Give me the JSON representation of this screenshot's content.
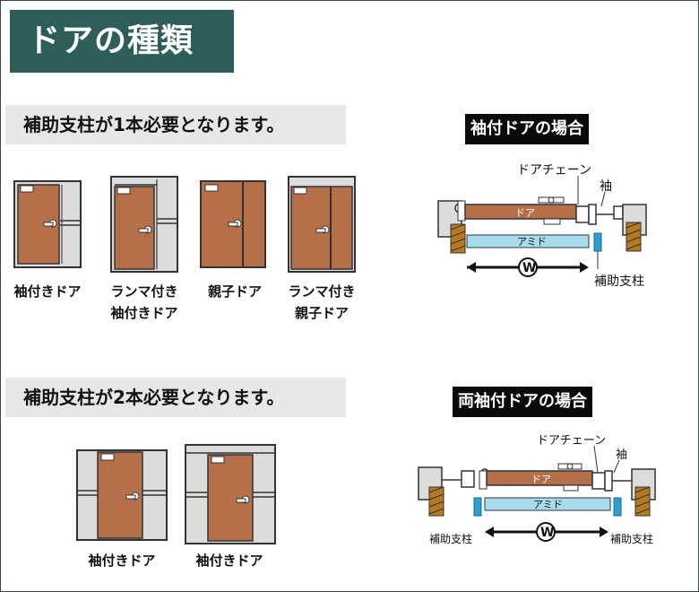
{
  "title": "ドアの種類",
  "sections": [
    {
      "header": "補助支柱が1本必要となります。",
      "door_types": [
        {
          "line1": "袖付きドア",
          "line2": ""
        },
        {
          "line1": "ランマ付き",
          "line2": "袖付きドア"
        },
        {
          "line1": "親子ドア",
          "line2": ""
        },
        {
          "line1": "ランマ付き",
          "line2": "親子ドア"
        }
      ],
      "diagram": {
        "title": "袖付ドアの場合",
        "labels": {
          "door_chain": "ドアチェーン",
          "sleeve": "袖",
          "door": "ドア",
          "screen": "アミド",
          "width": "W",
          "support_post": "補助支柱"
        }
      }
    },
    {
      "header": "補助支柱が2本必要となります。",
      "door_types": [
        {
          "line1": "袖付きドア",
          "line2": ""
        },
        {
          "line1": "袖付きドア",
          "line2": ""
        }
      ],
      "diagram": {
        "title": "両袖付ドアの場合",
        "labels": {
          "door_chain": "ドアチェーン",
          "sleeve": "袖",
          "door": "ドア",
          "screen": "アミド",
          "width": "W",
          "support_post_left": "補助支柱",
          "support_post_right": "補助支柱"
        }
      }
    }
  ],
  "colors": {
    "title_bg": "#2e5e5a",
    "header_bg": "#e4e8ea",
    "door": "#b5704a",
    "screen": "#a6dceb",
    "support_post": "#2a9fd0",
    "frame_gray": "#dcdcdc",
    "wall_hatch": "#b77a1f"
  }
}
